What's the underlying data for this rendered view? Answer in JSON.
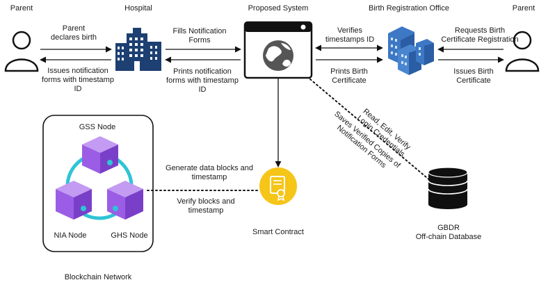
{
  "actors": {
    "parent_left": "Parent",
    "hospital": "Hospital",
    "proposed_system": "Proposed System",
    "birth_registration_office": "Birth Registration Office",
    "parent_right": "Parent"
  },
  "flows": {
    "parent_declares_birth": "Parent\ndeclares birth",
    "issues_notification_forms": "Issues notification\nforms with timestamp\nID",
    "fills_notification_forms": "Fills Notification\nForms",
    "prints_notification_forms": "Prints notification\nforms with timestamp\nID",
    "verifies_timestamps": "Verifies\ntimestamps ID",
    "prints_birth_certificate": "Prints Birth\nCertificate",
    "requests_birth_certificate": "Requests Birth\nCertificate Registration",
    "issues_birth_certificate": "Issues Birth\nCertificate",
    "read_edit_verify": "Read, Edit, Verify\nLogin Credentials",
    "saves_verified_copies": "Saves Verified Copies of\nNotification Forms",
    "generate_data_blocks": "Generate data blocks and\ntimestamp",
    "verify_blocks": "Verify blocks and\ntimestamp"
  },
  "blockchain": {
    "gss_node": "GSS Node",
    "nia_node": "NIA Node",
    "ghs_node": "GHS Node",
    "network_label": "Blockchain Network"
  },
  "smart_contract": "Smart Contract",
  "database": {
    "name": "GBDR",
    "subtitle": "Off-chain Database"
  },
  "colors": {
    "hospital": "#1d3f72",
    "office": "#3d78c4",
    "cube": "#9b5de5",
    "cube_dark": "#6a2fb0",
    "cube_link": "#2ec4d6",
    "smart_contract": "#f5c518",
    "globe": "#555555"
  },
  "icons": {
    "parent": "person-icon",
    "hospital": "hospital-building-icon",
    "system": "browser-globe-icon",
    "office": "office-buildings-icon",
    "contract": "certificate-icon",
    "database": "database-cylinder-icon"
  }
}
